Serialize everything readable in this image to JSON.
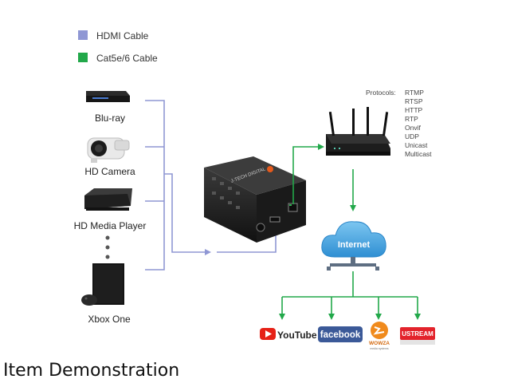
{
  "legend": [
    {
      "label": "HDMI Cable",
      "color": "#8f97d4"
    },
    {
      "label": "Cat5e/6 Cable",
      "color": "#22a84a"
    }
  ],
  "sources": [
    {
      "label": "Blu-ray",
      "icon": "bluray-player-icon"
    },
    {
      "label": "HD Camera",
      "icon": "camera-icon"
    },
    {
      "label": "HD Media Player",
      "icon": "media-player-icon"
    },
    {
      "label": "Xbox One",
      "icon": "xbox-console-icon"
    }
  ],
  "encoder": {
    "brand": "J-TECH DIGITAL"
  },
  "protocols": {
    "title": "Protocols:",
    "items": [
      "RTMP",
      "RTSP",
      "HTTP",
      "RTP",
      "Onvif",
      "UDP",
      "Unicast",
      "Multicast"
    ]
  },
  "cloud": {
    "label": "Internet"
  },
  "platforms": [
    {
      "name": "YouTube"
    },
    {
      "name": "facebook"
    },
    {
      "name": "WOWZA",
      "sub": "media systems"
    },
    {
      "name": "USTREAM"
    }
  ],
  "caption": "Item Demonstration",
  "colors": {
    "hdmi": "#8f97d4",
    "cat": "#22a84a",
    "cloud": "#4aa3df"
  }
}
